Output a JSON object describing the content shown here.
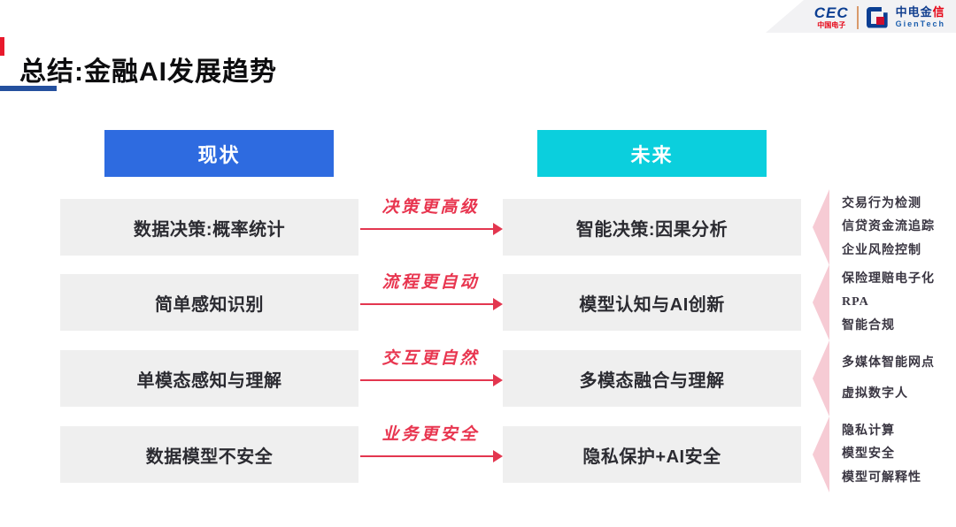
{
  "logo": {
    "cec_text": "CEC",
    "cec_sub": "中国电子",
    "gientech_cn_main": "中电金",
    "gientech_cn_accent": "信",
    "gientech_en": "GienTech"
  },
  "title": {
    "text": "总结:金融AI发展趋势"
  },
  "columns": {
    "current": "现状",
    "future": "未来"
  },
  "colors": {
    "current_header": "#2E6BE0",
    "future_header": "#0BCFDD",
    "row_box": "#EFEFEF",
    "arrow_red": "#E3364F",
    "annotation_pink": "#F6CBD4",
    "title_underline_blue": "#24509E",
    "accent_red": "#E8192C"
  },
  "rows": [
    {
      "current": "数据决策:概率统计",
      "transition": "决策更高级",
      "future": "智能决策:因果分析",
      "examples": [
        "交易行为检测",
        "信贷资金流追踪",
        "企业风险控制"
      ]
    },
    {
      "current": "简单感知识别",
      "transition": "流程更自动",
      "future": "模型认知与AI创新",
      "examples": [
        "保险理赔电子化",
        "RPA",
        "智能合规"
      ]
    },
    {
      "current": "单模态感知与理解",
      "transition": "交互更自然",
      "future": "多模态融合与理解",
      "examples": [
        "多媒体智能网点",
        "虚拟数字人"
      ]
    },
    {
      "current": "数据模型不安全",
      "transition": "业务更安全",
      "future": "隐私保护+AI安全",
      "examples": [
        "隐私计算",
        "模型安全",
        "模型可解释性"
      ]
    }
  ]
}
